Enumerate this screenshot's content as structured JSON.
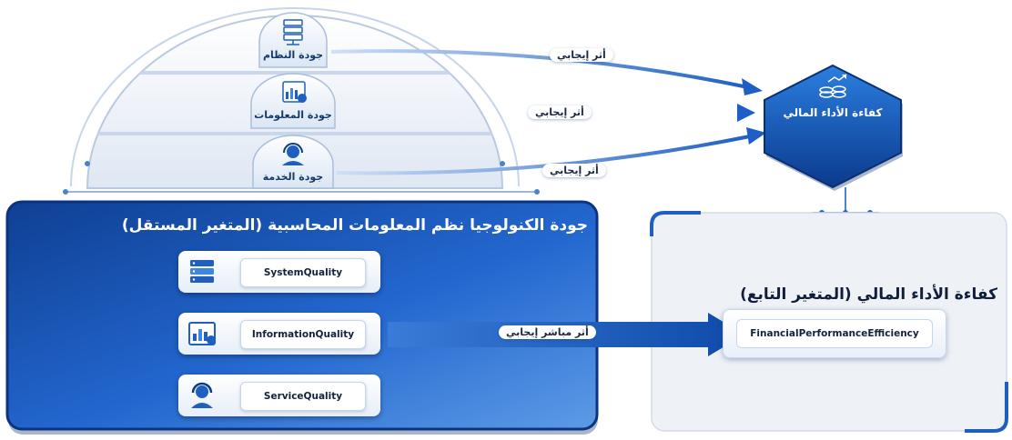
{
  "dome": {
    "tabs": [
      {
        "label": "جودة النظام",
        "icon": "server-icon"
      },
      {
        "label": "جودة المعلومات",
        "icon": "report-chart-icon"
      },
      {
        "label": "جودة الخدمة",
        "icon": "headset-user-icon"
      }
    ],
    "arrow_labels": [
      "أثر إيجابي",
      "أثر إيجابي",
      "أثر إيجابي"
    ]
  },
  "target": {
    "label": "كفاءة الأداء المالي",
    "icon": "coins-growth-icon"
  },
  "independent_panel": {
    "title": "جودة الكنولوجيا نظم المعلومات المحاسبية (المتغير المستقل)",
    "items": [
      {
        "label": "SystemQuality",
        "icon": "server-icon"
      },
      {
        "label": "InformationQuality",
        "icon": "report-chart-icon"
      },
      {
        "label": "ServiceQuality",
        "icon": "headset-user-icon"
      }
    ]
  },
  "main_arrow_label": "أثر مباشر إيجابي",
  "dependent_panel": {
    "title": "كفاءة الأداء المالي (المتغير التابع)",
    "item": "FinancialPerformanceEfficiency"
  },
  "colors": {
    "primary_blue": "#1f5fbf",
    "dark_blue": "#0c3b86",
    "light_panel": "#eef1f6",
    "arrow_blue": "#2a6fd1"
  }
}
